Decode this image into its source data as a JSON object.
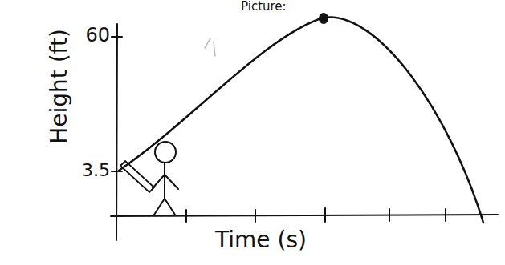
{
  "diagram": {
    "labels": [
      "Picture:",
      "60",
      "3.5",
      "Height (ft)",
      "Time (s)"
    ]
  }
}
